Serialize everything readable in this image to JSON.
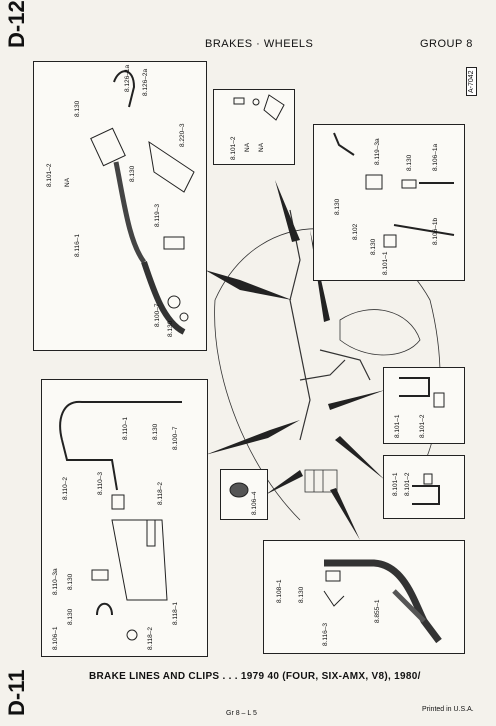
{
  "page": {
    "code_top": "D-12",
    "code_bottom": "D-11",
    "header_title": "BRAKES · WHEELS",
    "header_group": "GROUP 8",
    "ref_tag": "A-7042",
    "caption": "BRAKE LINES AND CLIPS . . . 1979 40 (FOUR, SIX-AMX, V8), 1980/",
    "footer_left": "Gr 8 – L 5",
    "footer_right": "Printed in U.S.A."
  },
  "panels": {
    "top_left": [
      "8.126–1a",
      "8.126–2a",
      "8.130",
      "8.220–3",
      "8.130",
      "8.101–2",
      "NA",
      "8.116–1",
      "8.119–3",
      "8.100–7",
      "8.130"
    ],
    "top_mid": [
      "8.101–2",
      "NA",
      "NA"
    ],
    "top_right": [
      "8.119–3a",
      "8.130",
      "8.106–1a",
      "8.130",
      "8.102",
      "8.106–1b",
      "8.130",
      "8.101–1"
    ],
    "mid_left": [
      "8.110–1",
      "8.130",
      "8.100–7",
      "8.110–2",
      "8.110–3",
      "8.118–2",
      "8.110–3a",
      "8.130",
      "8.130",
      "8.106–1",
      "8.118–2",
      "8.118–1"
    ],
    "right_clip_a": [
      "8.101–1",
      "8.101–2"
    ],
    "right_clip_b": [
      "8.101–1",
      "8.101–2"
    ],
    "grommet": [
      "8.106–4"
    ],
    "bottom_right": [
      "8.108–1",
      "8.130",
      "8.855–1",
      "8.116–3"
    ]
  }
}
